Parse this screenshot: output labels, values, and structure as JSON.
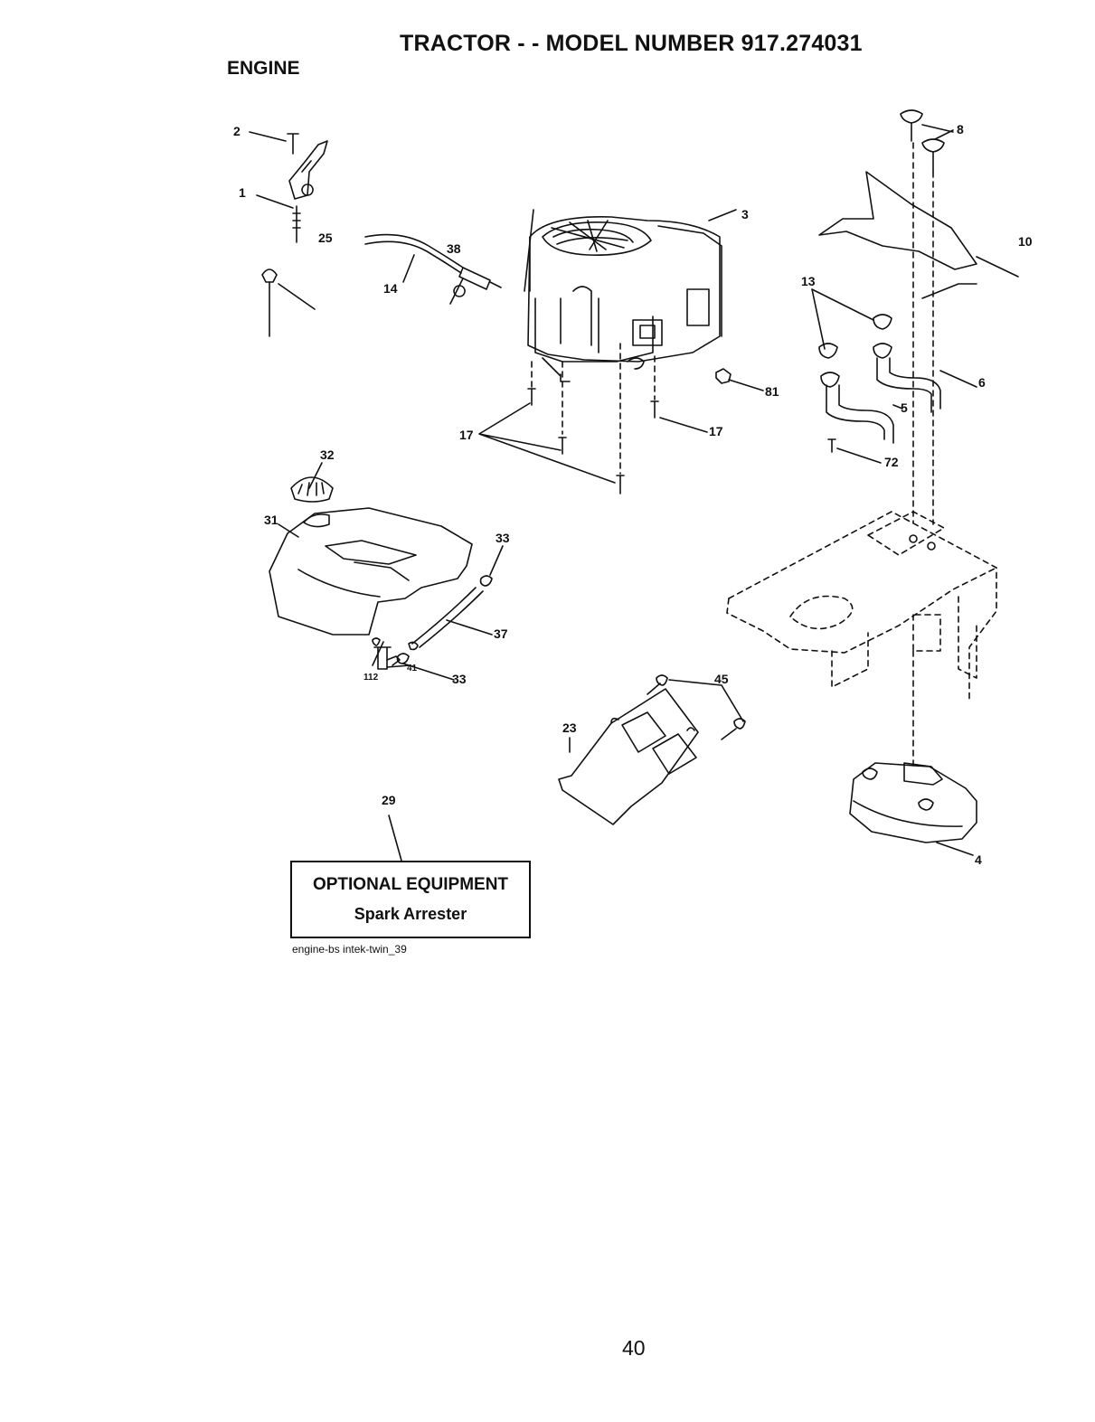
{
  "header": {
    "title": "TRACTOR - - MODEL NUMBER 917.274031",
    "section": "ENGINE"
  },
  "callouts": {
    "c1": "1",
    "c2": "2",
    "c3": "3",
    "c4": "4",
    "c5": "5",
    "c6": "6",
    "c8": "8",
    "c10": "10",
    "c13": "13",
    "c14": "14",
    "c17a": "17",
    "c17b": "17",
    "c23": "23",
    "c25": "25",
    "c29": "29",
    "c31": "31",
    "c32": "32",
    "c33a": "33",
    "c33b": "33",
    "c37": "37",
    "c38": "38",
    "c41": "41",
    "c45": "45",
    "c72": "72",
    "c81": "81",
    "c112": "112"
  },
  "optional_box": {
    "title": "OPTIONAL EQUIPMENT",
    "subtitle": "Spark Arrester"
  },
  "caption": "engine-bs intek-twin_39",
  "footer": {
    "page_number": "40"
  }
}
